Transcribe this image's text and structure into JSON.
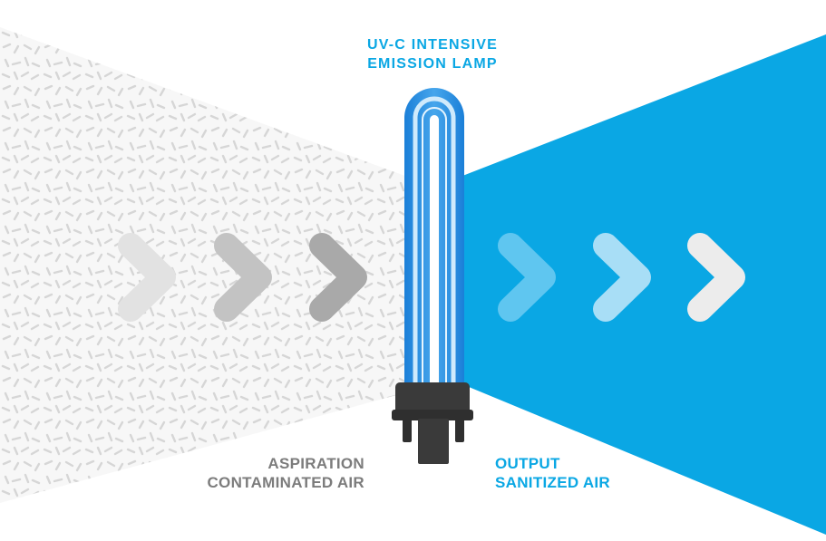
{
  "lamp": {
    "label_line1": "UV-C INTENSIVE",
    "label_line2": "EMISSION LAMP"
  },
  "input_side": {
    "label_line1": "ASPIRATION",
    "label_line2": "CONTAMINATED AIR",
    "arrow_count": 3
  },
  "output_side": {
    "label_line1": "OUTPUT",
    "label_line2": "SANITIZED AIR",
    "arrow_count": 3
  },
  "colors": {
    "accent_blue": "#0aa7e4",
    "lamp_glow": "#1b7fd8",
    "lamp_tube": "#c9e8fb",
    "lamp_base": "#3a3a3a",
    "contaminated_pattern": "#d4d4d4",
    "gray_label": "#7c7c7c"
  }
}
